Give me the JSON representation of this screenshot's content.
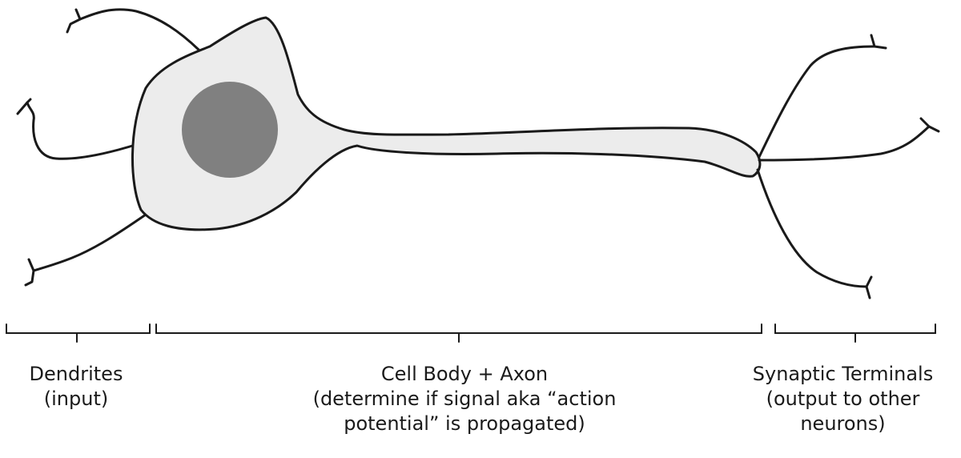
{
  "colors": {
    "outline": "#1a1a1a",
    "cell_fill": "#ececec",
    "nucleus_fill": "#808080",
    "background": "#ffffff"
  },
  "labels": {
    "dendrites": {
      "title": "Dendrites",
      "subtitle": "(input)"
    },
    "cell_body": {
      "title": "Cell Body + Axon",
      "line2": "(determine if signal aka “action",
      "line3": "potential” is propagated)"
    },
    "synaptic_terminals": {
      "title": "Synaptic Terminals",
      "line2": "(output to other",
      "line3": "neurons)"
    }
  }
}
